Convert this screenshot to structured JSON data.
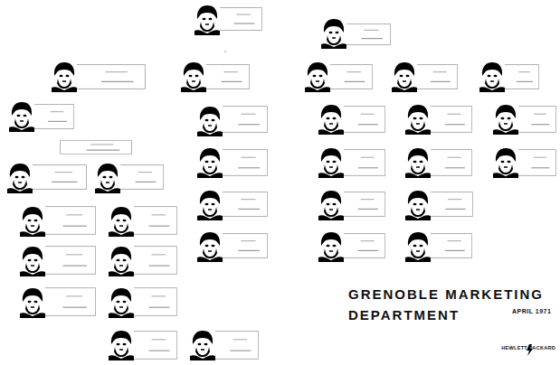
{
  "diagram": {
    "title": "GRENOBLE MARKETING DEPARTMENT",
    "labels": [
      "APRIL 1971",
      "HEWLETT PACKARD"
    ]
  }
}
